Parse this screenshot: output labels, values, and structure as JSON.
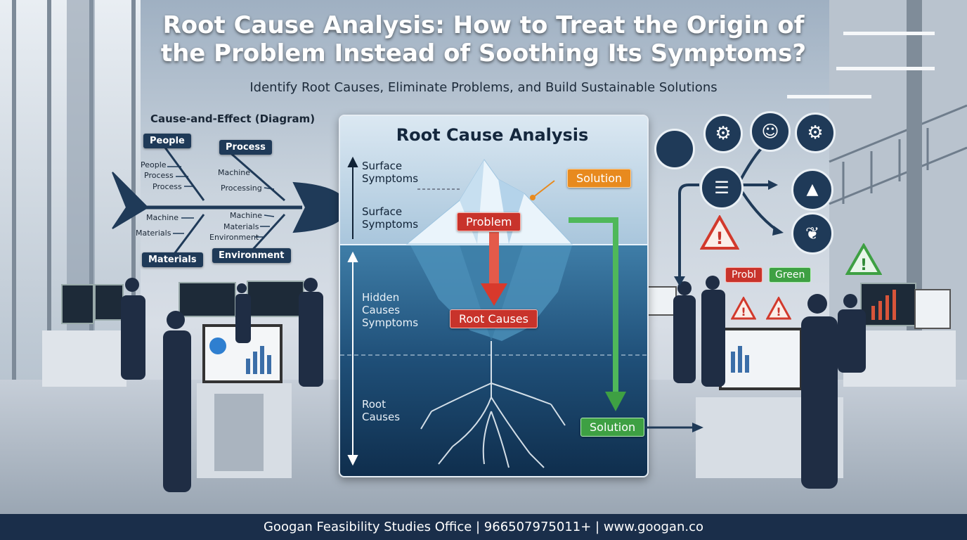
{
  "header": {
    "title_line1": "Root Cause Analysis: How to Treat the Origin of",
    "title_line2": "the Problem Instead of Soothing Its Symptoms?",
    "subtitle": "Identify Root Causes, Eliminate Problems, and Build Sustainable Solutions"
  },
  "fishbone": {
    "title": "Cause-and-Effect (Diagram)",
    "categories": [
      "People",
      "Process",
      "Materials",
      "Environment"
    ],
    "people_causes": [
      "People",
      "Process",
      "Process"
    ],
    "process_causes": [
      "Machine",
      "Processing"
    ],
    "materials_causes": [
      "Machine",
      "Materials"
    ],
    "environment_causes": [
      "Machine",
      "Materials",
      "Environment"
    ]
  },
  "iceberg": {
    "title": "Root Cause Analysis",
    "label_surface_1": "Surface Symptoms",
    "label_surface_2": "Surface Symptoms",
    "label_hidden": "Hidden Causes Symptoms",
    "label_root": "Root Causes",
    "tag_solution_top": "Solution",
    "tag_problem": "Problem",
    "tag_root_causes": "Root Causes",
    "tag_solution_bottom": "Solution"
  },
  "right_panel": {
    "tag_problem": "Probl",
    "tag_green": "Green"
  },
  "footer": {
    "text": "Googan Feasibility Studies Office | 966507975011+ |  www.googan.co"
  },
  "colors": {
    "navy": "#1f3a58",
    "problem_red": "#c8332b",
    "solution_orange": "#e88a1e",
    "solution_green": "#3ea043",
    "footer_bg": "#1a2e4a"
  }
}
